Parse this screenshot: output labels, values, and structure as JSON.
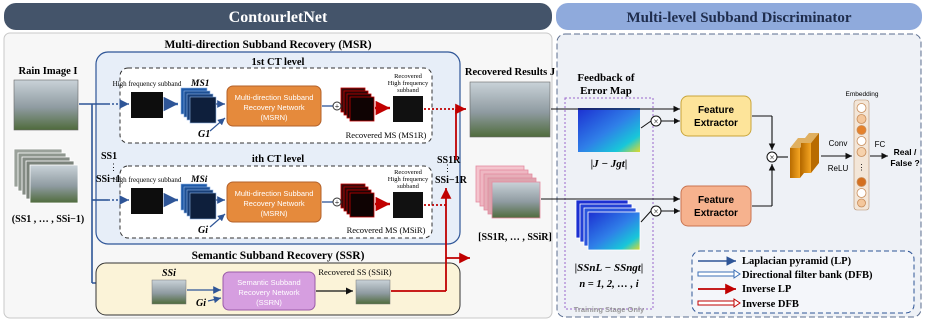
{
  "header": {
    "left_title": "ContourletNet",
    "right_title": "Multi-level Subband Discriminator"
  },
  "msr": {
    "title": "Multi-direction Subband Recovery (MSR)",
    "level1": "1st CT level",
    "leveli": "ith CT level",
    "hf_label": "High frequency subband",
    "ms1": "MS1",
    "msi": "MSi",
    "network": [
      "Multi-direction Subband",
      "Recovery Network",
      "(MSRN)"
    ],
    "g1": "G1",
    "gi": "Gi",
    "recovered_ms1": "Recovered MS (MS1R)",
    "recovered_msi": "Recovered MS (MSiR)",
    "recovered_hf": [
      "Recovered",
      "High frequency",
      "subband"
    ],
    "ss_left": [
      "SS1",
      "⋮",
      "SSi−1"
    ],
    "ss_right": [
      "SS1R",
      "⋮",
      "SSi−1R"
    ]
  },
  "inputs": {
    "rain_image": "Rain Image I",
    "subband_set": "(SS1 , … , SSi−1)"
  },
  "ssr": {
    "title": "Semantic Subband Recovery (SSR)",
    "ssi": "SSi",
    "gi": "Gi",
    "network": [
      "Semantic Subband",
      "Recovery Network",
      "(SSRN)"
    ],
    "recovered": "Recovered SS (SSiR)"
  },
  "outputs": {
    "recovered_results": "Recovered Results J",
    "recovered_set": "[SS1R, … , SSiR]"
  },
  "feedback": {
    "title": [
      "Feedback of",
      "Error Map"
    ],
    "err1": "|J − Jgt|",
    "err2": "|SSnL − SSngt|",
    "range": "n = 1, 2, … , i",
    "training": "Training Stage Only"
  },
  "disc": {
    "feature_extractor": [
      "Feature",
      "Extractor"
    ],
    "embedding": "Embedding",
    "conv": "Conv",
    "relu": "ReLU",
    "fc": "FC",
    "output": [
      "Real /",
      "False ?"
    ]
  },
  "legend": {
    "items": [
      {
        "label": "Laplacian pyramid (LP)",
        "color": "#2e5597"
      },
      {
        "label": "Directional filter bank (DFB)",
        "color": "#3b6fb6"
      },
      {
        "label": "Inverse LP",
        "color": "#c00000"
      },
      {
        "label": "Inverse DFB",
        "color": "#c00000"
      }
    ]
  },
  "colors": {
    "header_dark": "#44546a",
    "header_light": "#8faadc",
    "msr_fill": "#e7eef8",
    "ssr_fill": "#fbf3d8",
    "msrn": "#e58a3c",
    "ssrn": "#d69ee0",
    "fe_top": "#fde49a",
    "fe_bottom": "#f6b28e"
  }
}
